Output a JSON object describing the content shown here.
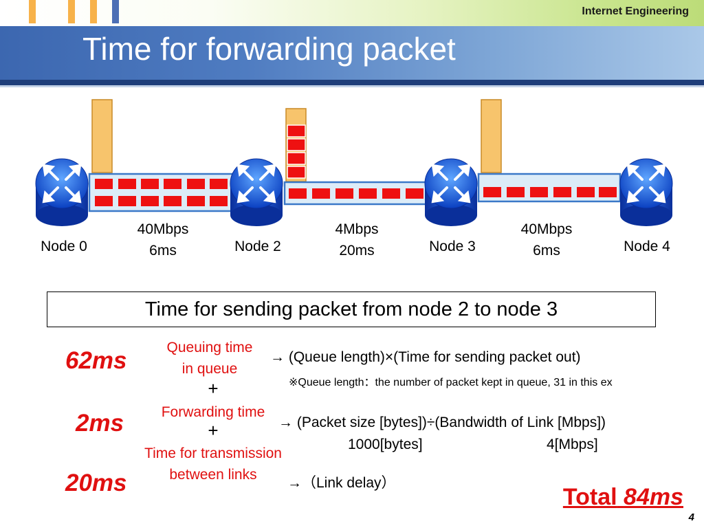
{
  "header": {
    "course": "Internet Engineering",
    "title": "Time for forwarding packet"
  },
  "network": {
    "nodes": [
      "Node 0",
      "Node 2",
      "Node 3",
      "Node 4"
    ],
    "links": [
      {
        "bandwidth": "40Mbps",
        "delay": "6ms"
      },
      {
        "bandwidth": "4Mbps",
        "delay": "20ms"
      },
      {
        "bandwidth": "40Mbps",
        "delay": "6ms"
      }
    ]
  },
  "question": "Time for sending packet from node 2 to node 3",
  "breakdown": {
    "queuing": {
      "value": "62ms",
      "label_line1": "Queuing time",
      "label_line2": "in queue",
      "formula": "→ (Queue length)×(Time for sending packet out)",
      "note": "※Queue length：the number of packet kept in queue, 31 in this ex"
    },
    "plus": "+",
    "forwarding": {
      "value": "2ms",
      "label": "Forwarding time",
      "formula": "→ (Packet size [bytes])÷(Bandwidth of Link [Mbps])",
      "size": "1000[bytes]",
      "bandwidth": "4[Mbps]"
    },
    "transmission": {
      "value": "20ms",
      "label_line1": "Time for transmission",
      "label_line2": "between links",
      "formula": "→（Link delay）"
    }
  },
  "total": {
    "label": "Total",
    "value": "84ms"
  },
  "page_number": "4",
  "colors": {
    "title_bar": "#3c67b0",
    "accent_red": "#e01010",
    "packet_red": "#ee1111",
    "link_fill": "#dcecf8",
    "queue_orange": "#f7c46c",
    "router_blue": "#1a66e0"
  }
}
